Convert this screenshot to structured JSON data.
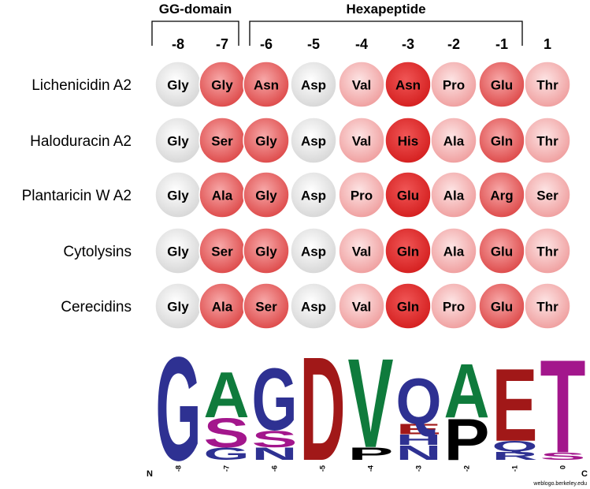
{
  "groups": [
    {
      "label": "GG-domain"
    },
    {
      "label": "Hexapeptide"
    }
  ],
  "positions": [
    "-8",
    "-7",
    "-6",
    "-5",
    "-4",
    "-3",
    "-2",
    "-1",
    "1"
  ],
  "rows": [
    {
      "name": "Lichenicidin A2",
      "residues": [
        "Gly",
        "Gly",
        "Asn",
        "Asp",
        "Val",
        "Asn",
        "Pro",
        "Glu",
        "Thr"
      ],
      "shades": [
        0,
        2,
        2,
        0,
        1,
        3,
        1,
        2,
        1
      ]
    },
    {
      "name": "Haloduracin A2",
      "residues": [
        "Gly",
        "Ser",
        "Gly",
        "Asp",
        "Val",
        "His",
        "Ala",
        "Gln",
        "Thr"
      ],
      "shades": [
        0,
        2,
        2,
        0,
        1,
        3,
        1,
        2,
        1
      ]
    },
    {
      "name": "Plantaricin W A2",
      "residues": [
        "Gly",
        "Ala",
        "Gly",
        "Asp",
        "Pro",
        "Glu",
        "Ala",
        "Arg",
        "Ser"
      ],
      "shades": [
        0,
        2,
        2,
        0,
        1,
        3,
        1,
        2,
        1
      ]
    },
    {
      "name": "Cytolysins",
      "residues": [
        "Gly",
        "Ser",
        "Gly",
        "Asp",
        "Val",
        "Gln",
        "Ala",
        "Glu",
        "Thr"
      ],
      "shades": [
        0,
        2,
        2,
        0,
        1,
        3,
        1,
        2,
        1
      ]
    },
    {
      "name": "Cerecidins",
      "residues": [
        "Gly",
        "Ala",
        "Ser",
        "Asp",
        "Val",
        "Gln",
        "Pro",
        "Glu",
        "Thr"
      ],
      "shades": [
        0,
        2,
        2,
        0,
        1,
        3,
        1,
        2,
        1
      ]
    }
  ],
  "shade_colors": {
    "0": {
      "center": "#ffffff",
      "edge": "#d6d6d6"
    },
    "1": {
      "center": "#fde4e4",
      "edge": "#ef9d9d"
    },
    "2": {
      "center": "#f7a8a8",
      "edge": "#dd4848"
    },
    "3": {
      "center": "#f05656",
      "edge": "#d41e1e"
    }
  },
  "logo": {
    "n_label": "N",
    "c_label": "C",
    "credit": "weblogo.berkeley.edu",
    "tick_labels": [
      "-8",
      "-7",
      "-6",
      "-5",
      "-4",
      "-3",
      "-2",
      "-1",
      "0"
    ],
    "colors": {
      "G": "#2e3192",
      "S": "#a3168c",
      "N": "#2e3192",
      "D": "#a11818",
      "V": "#0f7b3c",
      "A": "#0f7b3c",
      "Q": "#2e3192",
      "E": "#a11818",
      "H": "#2e3192",
      "P": "#000000",
      "R": "#2e3192",
      "T": "#a3168c"
    },
    "stacks": [
      [
        {
          "letter": "G",
          "weight": 1.0
        }
      ],
      [
        {
          "letter": "G",
          "weight": 0.12
        },
        {
          "letter": "S",
          "weight": 0.28
        },
        {
          "letter": "A",
          "weight": 0.44
        }
      ],
      [
        {
          "letter": "N",
          "weight": 0.12
        },
        {
          "letter": "S",
          "weight": 0.16
        },
        {
          "letter": "G",
          "weight": 0.6
        }
      ],
      [
        {
          "letter": "D",
          "weight": 1.0
        }
      ],
      [
        {
          "letter": "P",
          "weight": 0.12
        },
        {
          "letter": "V",
          "weight": 0.86
        }
      ],
      [
        {
          "letter": "N",
          "weight": 0.14
        },
        {
          "letter": "H",
          "weight": 0.1
        },
        {
          "letter": "E",
          "weight": 0.1
        },
        {
          "letter": "Q",
          "weight": 0.44
        }
      ],
      [
        {
          "letter": "P",
          "weight": 0.4
        },
        {
          "letter": "A",
          "weight": 0.52
        }
      ],
      [
        {
          "letter": "R",
          "weight": 0.08
        },
        {
          "letter": "Q",
          "weight": 0.1
        },
        {
          "letter": "E",
          "weight": 0.7
        }
      ],
      [
        {
          "letter": "S",
          "weight": 0.07
        },
        {
          "letter": "T",
          "weight": 0.9
        }
      ]
    ]
  }
}
